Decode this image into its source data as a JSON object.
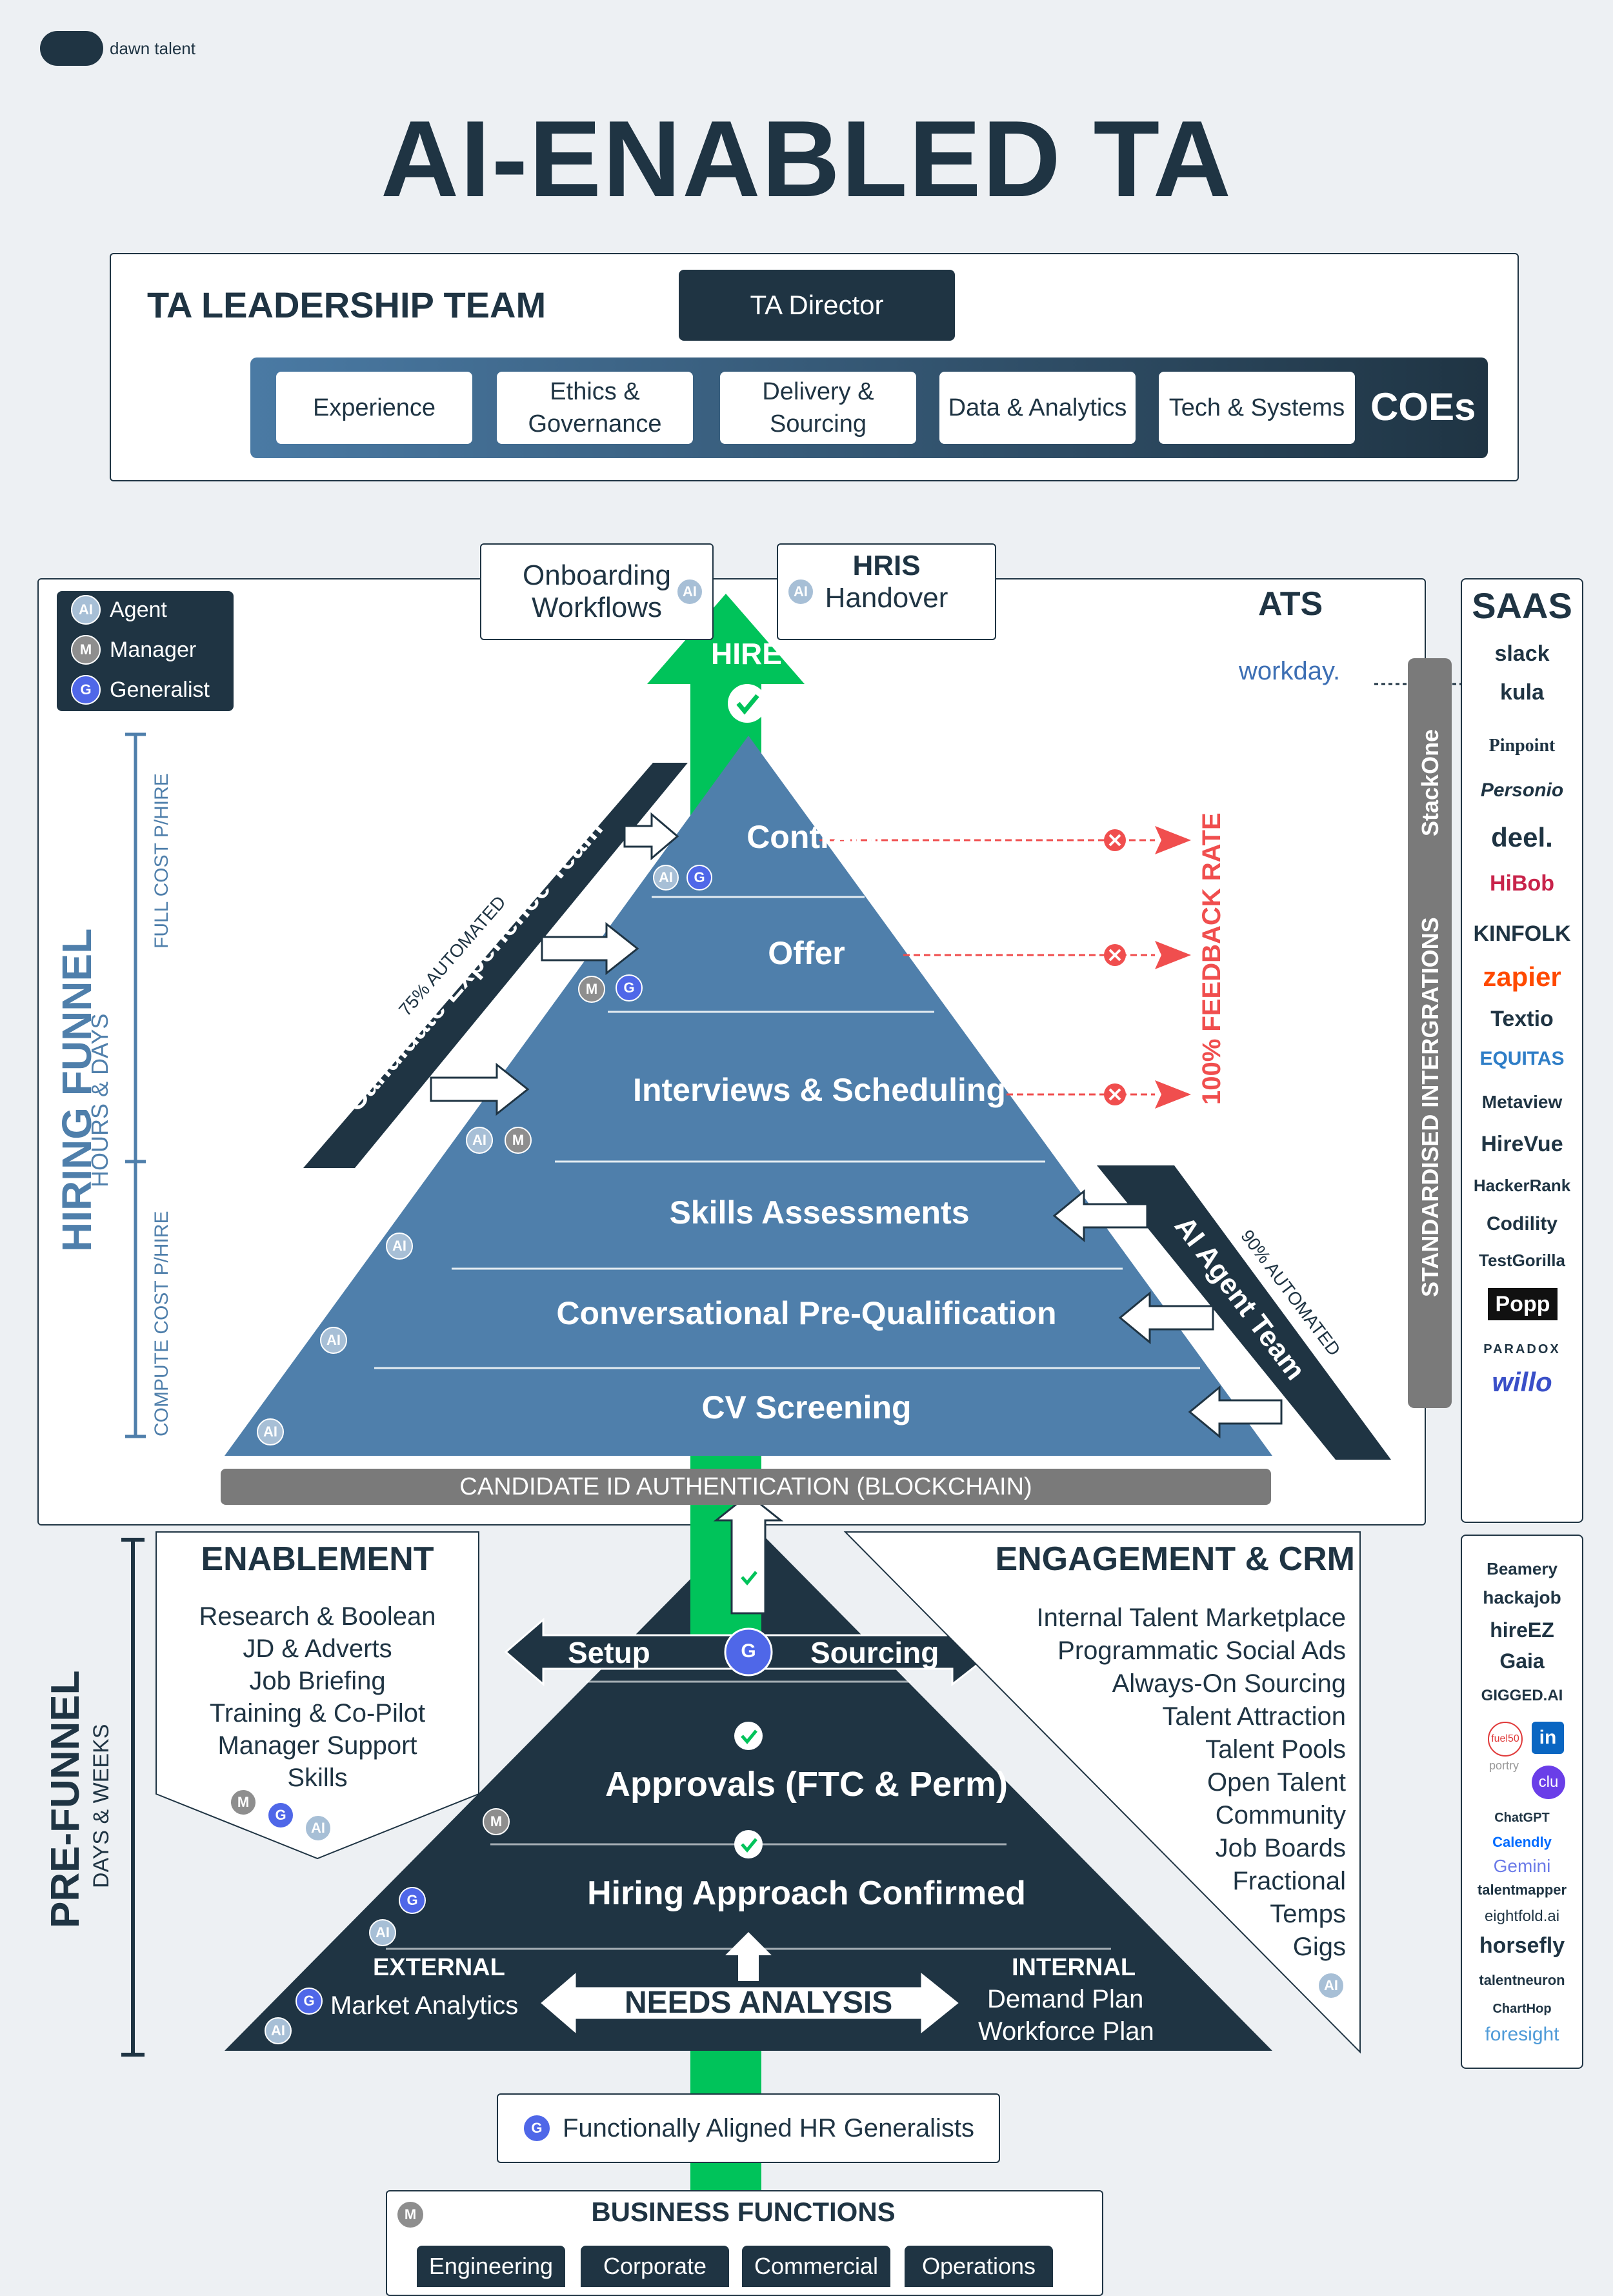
{
  "brand": {
    "logo_text": "dawn talent"
  },
  "title": "AI-ENABLED TA",
  "leadership": {
    "title": "TA LEADERSHIP TEAM",
    "director": "TA Director",
    "coes_label": "COEs",
    "coes": [
      "Experience",
      "Ethics & Governance",
      "Delivery & Sourcing",
      "Data & Analytics",
      "Tech & Systems"
    ]
  },
  "legend": {
    "agent": "Agent",
    "manager": "Manager",
    "generalist": "Generalist",
    "agent_badge": "AI",
    "manager_badge": "M",
    "generalist_badge": "G"
  },
  "callouts": {
    "onboarding": "Onboarding Workflows",
    "hris_title": "HRIS",
    "hris_sub": "Handover",
    "ats": "ATS",
    "workday": "workday."
  },
  "hire": "HIRE",
  "hiring_funnel": {
    "label": "HIRING FUNNEL",
    "sub": "HOURS & DAYS",
    "full_cost": "FULL COST P/HIRE",
    "compute_cost": "COMPUTE COST P/HIRE",
    "stages": [
      "Contract",
      "Offer",
      "Interviews & Scheduling",
      "Skills Assessments",
      "Conversational Pre-Qualification",
      "CV Screening"
    ],
    "feedback": "100% FEEDBACK RATE",
    "candidate_team": "Candidate Experience Team",
    "candidate_auto": "75% AUTOMATED",
    "agent_team": "AI Agent Team",
    "agent_auto": "90% AUTOMATED",
    "auth": "CANDIDATE ID AUTHENTICATION (BLOCKCHAIN)",
    "integrations": "STANDARDISED INTERGRATIONS",
    "stackone": "StackOne"
  },
  "saas": {
    "title": "SAAS",
    "tools": [
      "slack",
      "kula",
      "Pinpoint",
      "Personio",
      "deel.",
      "HiBob",
      "KINFOLK",
      "zapier",
      "Textio",
      "EQUITAS",
      "Metaview",
      "HireVue",
      "HackerRank",
      "Codility",
      "TestGorilla",
      "Popp",
      "PARADOX",
      "willo"
    ],
    "sourcing_tools": [
      "Beamery",
      "hackajob",
      "hireEZ",
      "Gaia",
      "GIGGED.AI",
      "fuel50",
      "in",
      "portry",
      "clu",
      "ChatGPT",
      "Calendly",
      "Gemini",
      "talentmapper",
      "eightfold.ai",
      "horsefly",
      "talentneuron",
      "ChartHop",
      "foresight"
    ]
  },
  "pre_funnel": {
    "label": "PRE-FUNNEL",
    "sub": "DAYS & WEEKS",
    "setup": "Setup",
    "sourcing": "Sourcing",
    "approvals": "Approvals (FTC & Perm)",
    "hiring_approach": "Hiring Approach Confirmed",
    "external": "EXTERNAL",
    "market": "Market Analytics",
    "needs": "NEEDS ANALYSIS",
    "internal": "INTERNAL",
    "demand": "Demand Plan",
    "workforce": "Workforce Plan"
  },
  "enablement": {
    "title": "ENABLEMENT",
    "items": [
      "Research & Boolean",
      "JD & Adverts",
      "Job Briefing",
      "Training & Co-Pilot",
      "Manager Support",
      "Skills"
    ]
  },
  "engagement": {
    "title": "ENGAGEMENT & CRM",
    "items": [
      "Internal Talent Marketplace",
      "Programmatic Social Ads",
      "Always-On Sourcing",
      "Talent Attraction",
      "Talent Pools",
      "Open Talent",
      "Community",
      "Job Boards",
      "Fractional",
      "Temps",
      "Gigs"
    ]
  },
  "generalists": "Functionally Aligned HR Generalists",
  "business": {
    "title": "BUSINESS FUNCTIONS",
    "functions": [
      "Engineering",
      "Corporate",
      "Commercial",
      "Operations"
    ]
  },
  "colors": {
    "navy": "#1f3443",
    "steel": "#4a7aa4",
    "green": "#00c35a",
    "red": "#f04e4e",
    "grey": "#7a7a7a",
    "generalist": "#4f67e8"
  }
}
